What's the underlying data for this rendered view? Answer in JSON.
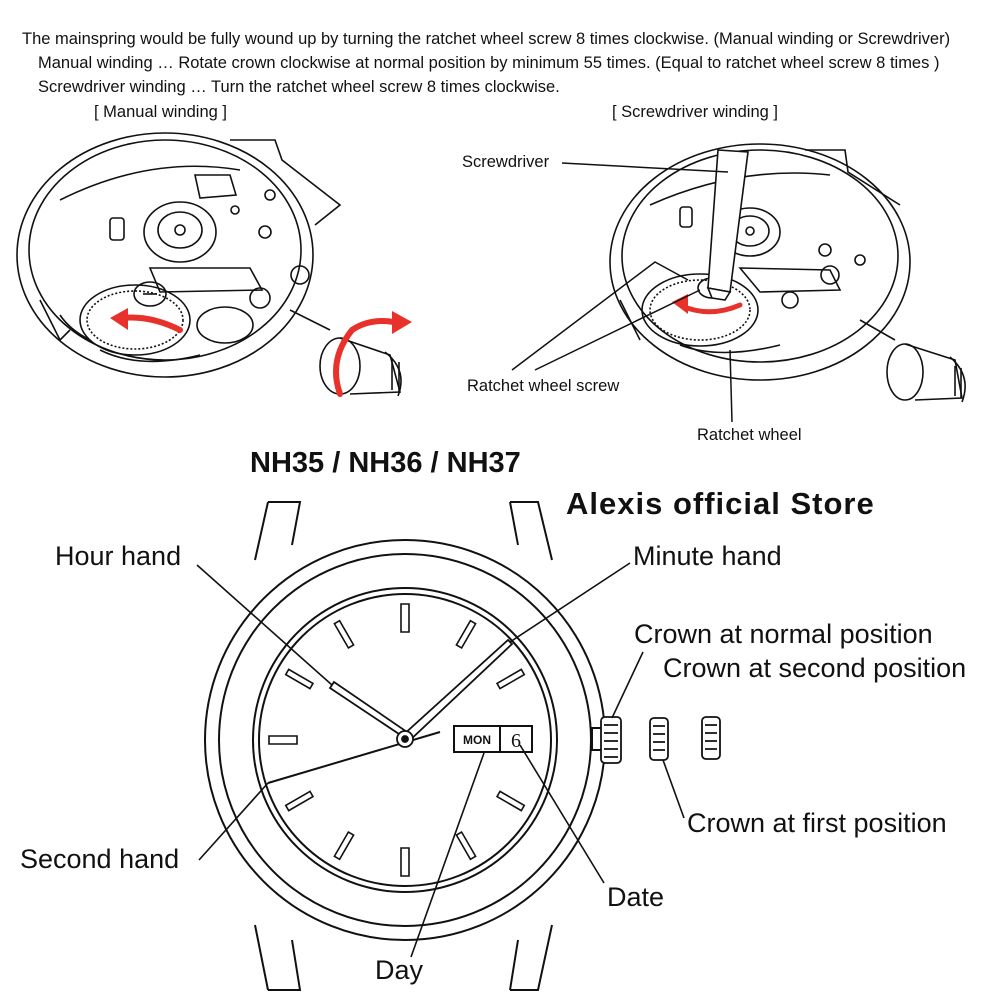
{
  "intro": {
    "line1": "The mainspring would be fully wound up by turning the ratchet wheel screw 8 times clockwise. (Manual winding or Screwdriver)",
    "line2": "Manual winding … Rotate crown clockwise at normal position by minimum 55 times. (Equal to ratchet wheel screw 8 times )",
    "line3": "Screwdriver winding … Turn the ratchet wheel screw 8 times clockwise."
  },
  "movement": {
    "manual_title": "[ Manual winding ]",
    "screwdriver_title": "[ Screwdriver winding ]",
    "label_screwdriver": "Screwdriver",
    "label_ratchet_screw": "Ratchet wheel screw",
    "label_ratchet_wheel": "Ratchet wheel"
  },
  "model_title": "NH35 / NH36 / NH37",
  "store_name": "Alexis official Store",
  "watch": {
    "hour_hand": "Hour hand",
    "minute_hand": "Minute hand",
    "second_hand": "Second hand",
    "crown_normal": "Crown at normal position",
    "crown_second": "Crown at second position",
    "crown_first": "Crown at first position",
    "date_label": "Date",
    "day_label": "Day",
    "day_window": "MON",
    "date_window": "6"
  }
}
